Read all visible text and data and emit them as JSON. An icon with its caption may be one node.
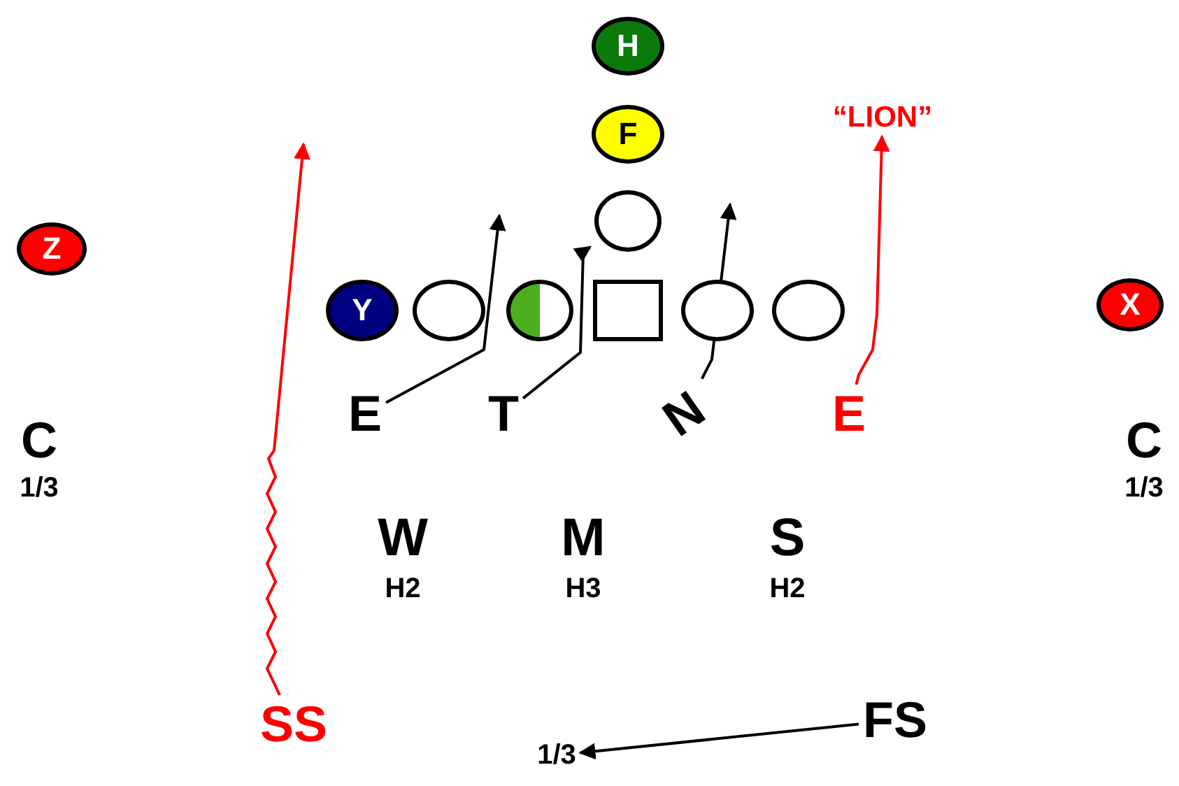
{
  "diagram": {
    "nodes": [
      {
        "text": [
          "H"
        ]
      },
      {
        "text": [
          "F"
        ]
      },
      {
        "text": [
          "“LION”"
        ]
      },
      {
        "text": [],
        "shape": "circle"
      },
      {
        "text": [
          "Z"
        ]
      },
      {
        "text": [
          "Y"
        ]
      },
      {
        "text": [],
        "shape": "circle"
      },
      {
        "text": [],
        "shape": "circle"
      },
      {
        "text": [],
        "shape": "box"
      },
      {
        "text": [],
        "shape": "circle"
      },
      {
        "text": [],
        "shape": "circle"
      },
      {
        "text": [
          "X"
        ]
      },
      {
        "text": [
          "E"
        ]
      },
      {
        "text": [
          "T"
        ]
      },
      {
        "text": [
          "N"
        ]
      },
      {
        "text": [
          "E"
        ]
      },
      {
        "text": [
          "C"
        ],
        "beside": [
          "1/3"
        ]
      },
      {
        "text": [
          "C"
        ],
        "beside": [
          "1/3"
        ]
      },
      {
        "text": [
          "W"
        ],
        "beside": [
          "H2"
        ]
      },
      {
        "text": [
          "M"
        ],
        "beside": [
          "H3"
        ]
      },
      {
        "text": [
          "S"
        ],
        "beside": [
          "H2"
        ]
      },
      {
        "text": [
          "SS"
        ]
      },
      {
        "text": [
          "FS"
        ]
      },
      {
        "text": [
          "1/3"
        ]
      }
    ],
    "edges": [
      {
        "from": 12,
        "to": null,
        "arrow": "to"
      },
      {
        "from": 13,
        "to": 3,
        "arrow": "to"
      },
      {
        "from": 14,
        "to": null,
        "arrow": "to"
      },
      {
        "from": 15,
        "to": 2,
        "arrow": "to",
        "color": "#ff0000"
      },
      {
        "from": 21,
        "to": null,
        "arrow": "to",
        "color": "#ff0000"
      },
      {
        "from": 22,
        "to": 23,
        "arrow": "to"
      }
    ]
  }
}
